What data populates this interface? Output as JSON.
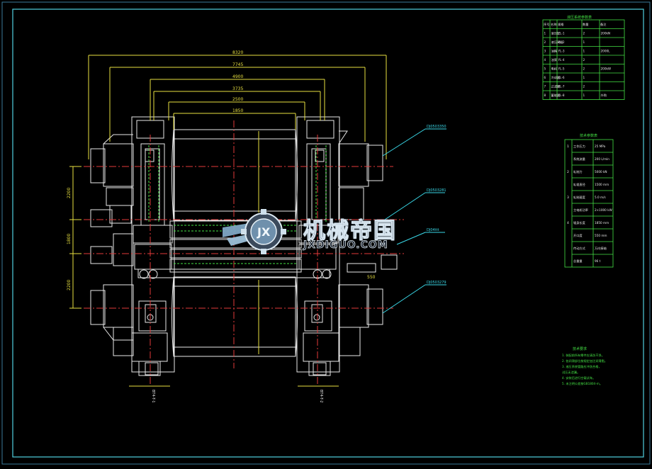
{
  "drawing": {
    "dimensions_top": [
      "8320",
      "7745",
      "4900",
      "3735",
      "2500",
      "1850"
    ],
    "balloons": [
      "DJ0503350",
      "DJ0503281",
      "DJ04ttt",
      "DJ0503279"
    ],
    "side_dims": [
      "2200",
      "1800",
      "2200"
    ],
    "bottom_labels": [
      "BT4-T-1",
      "BT4-T-2"
    ],
    "small_dim": "550"
  },
  "title_block": {
    "title": "液压系统参数表",
    "headers": [
      "序号",
      "名称",
      "规格",
      "数量",
      "备注"
    ],
    "rows": [
      [
        "1",
        "液压缸",
        "YL-1",
        "2",
        "200kN"
      ],
      [
        "2",
        "液压阀组",
        "YL-2",
        "1",
        ""
      ],
      [
        "3",
        "油箱",
        "YL-3",
        "1",
        "2000L"
      ],
      [
        "4",
        "油泵",
        "YL-4",
        "2",
        ""
      ],
      [
        "5",
        "电机",
        "YL-5",
        "2",
        "200kW"
      ],
      [
        "6",
        "冷却器",
        "YL-6",
        "1",
        ""
      ],
      [
        "7",
        "过滤器",
        "YL-7",
        "2",
        ""
      ],
      [
        "8",
        "蓄能器",
        "YL-8",
        "1",
        "外购"
      ]
    ]
  },
  "spec_table": {
    "title": "技术参数表",
    "rows": [
      [
        "1",
        "工作压力",
        "25 MPa"
      ],
      [
        "",
        "系统流量",
        "200 L/min"
      ],
      [
        "2",
        "轧制力",
        "5000 kN"
      ],
      [
        "",
        "轧辊直径",
        "1500 mm"
      ],
      [
        "3",
        "轧制速度",
        "5.0 m/s"
      ],
      [
        "",
        "主电机功率",
        "2×1000 kW"
      ],
      [
        "4",
        "辊身长度",
        "1850 mm"
      ],
      [
        "",
        "开口度",
        "550 mm"
      ],
      [
        "",
        "传动方式",
        "万向接轴"
      ],
      [
        "",
        "总重量",
        "96 t"
      ]
    ]
  },
  "notes": {
    "title": "技术要求",
    "items": [
      "1. 装配前所有零件应清洗干净。",
      "2. 各润滑部位按规定加注润滑脂。",
      "3. 液压系统管路应冲洗合格，",
      "   试压无泄漏。",
      "4. 安装后进行空载试车。",
      "5. 未注明公差按GB1804-m。"
    ]
  },
  "watermark": {
    "main": "机械帝国",
    "sub": "JXDIGUO.COM"
  }
}
